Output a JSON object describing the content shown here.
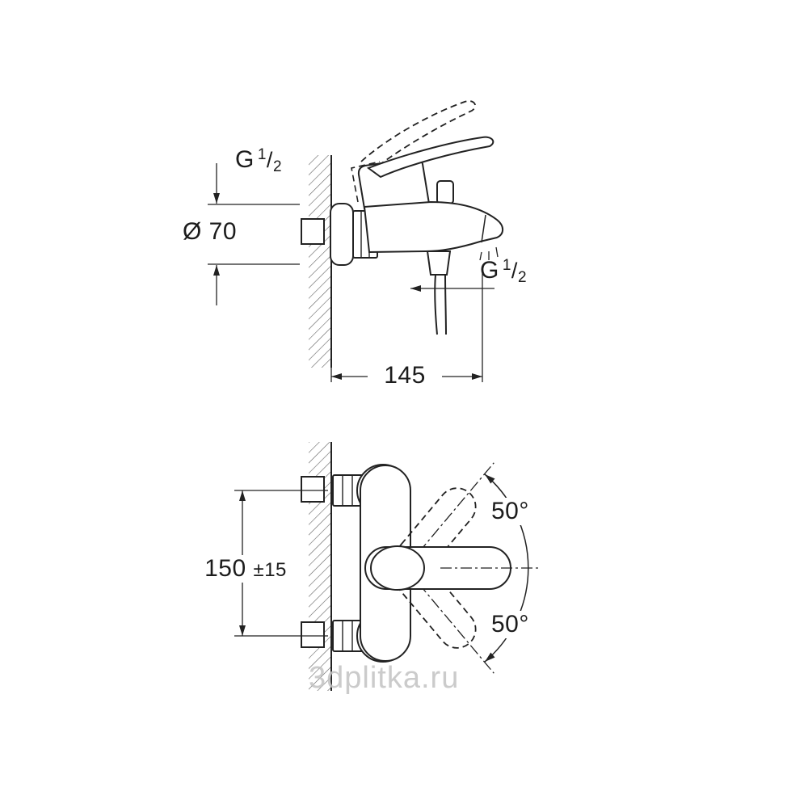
{
  "page": {
    "background": "#ffffff"
  },
  "drawing": {
    "line_color": "#222222",
    "hatch_color": "#606060",
    "watermark_color": "#c2c2c2"
  },
  "labels": {
    "thread_inlet": {
      "prefix": "G",
      "numerator": "1",
      "slash": "/",
      "denominator": "2"
    },
    "diameter": "Ø 70",
    "thread_shower": {
      "prefix": "G",
      "numerator": "1",
      "slash": "/",
      "denominator": "2"
    },
    "depth": "145",
    "height": {
      "value": "150",
      "tolerance": "±15"
    },
    "angle_upper": "50°",
    "angle_lower": "50°"
  },
  "watermark": {
    "text": "3dplitka.ru"
  }
}
